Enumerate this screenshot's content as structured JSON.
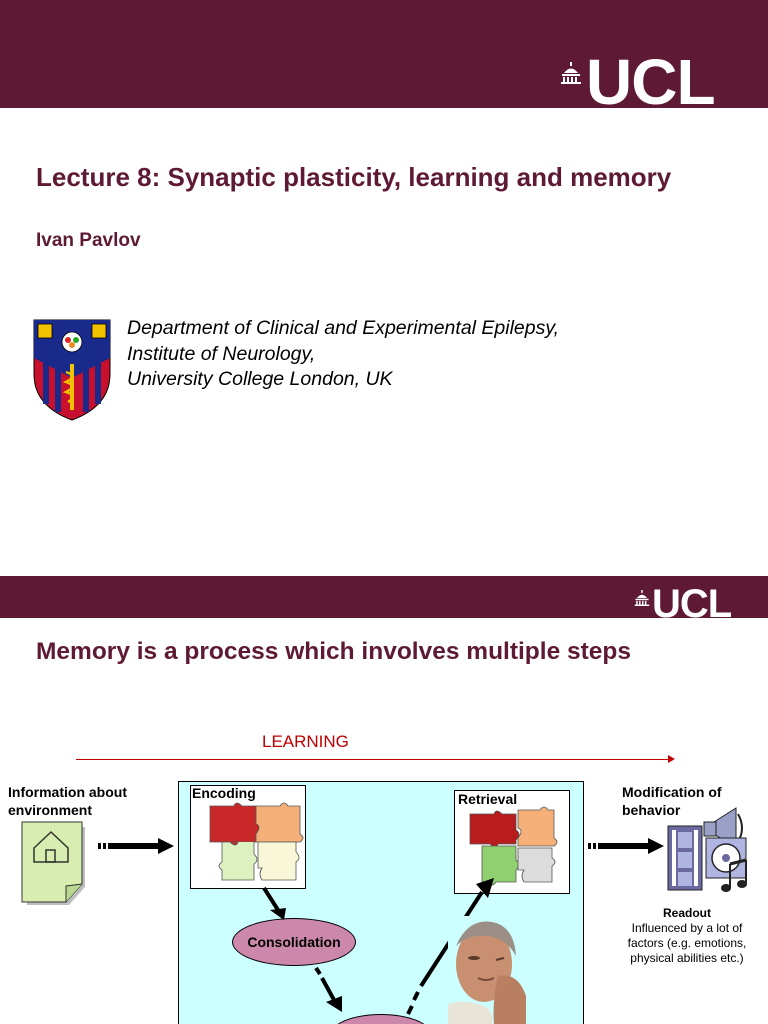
{
  "slide1": {
    "logo": "UCL",
    "title": "Lecture 8: Synaptic plasticity, learning and memory",
    "author": "Ivan Pavlov",
    "affiliation": [
      "Department of Clinical and Experimental Epilepsy,",
      "Institute of Neurology,",
      "University College London, UK"
    ],
    "crest_icon": "shield-crest-icon"
  },
  "slide2": {
    "logo": "UCL",
    "title": "Memory is a process which involves multiple steps",
    "diagram": {
      "learning_label": "LEARNING",
      "input_label": [
        "Information about",
        "environment"
      ],
      "encoding_label": "Encoding",
      "retrieval_label": "Retrieval",
      "consolidation_label": "Consolidation",
      "output_label": [
        "Modification of",
        "behavior"
      ],
      "readout_title": "Readout",
      "readout_text": [
        "Influenced by a lot of",
        "factors (e.g. emotions,",
        "physical abilities etc.)"
      ]
    }
  },
  "colors": {
    "banner": "#5e1a34",
    "title_text": "#5e1a34",
    "learning": "#c00000",
    "storage_box": "#ccffff",
    "ellipse": "#cc88aa"
  }
}
